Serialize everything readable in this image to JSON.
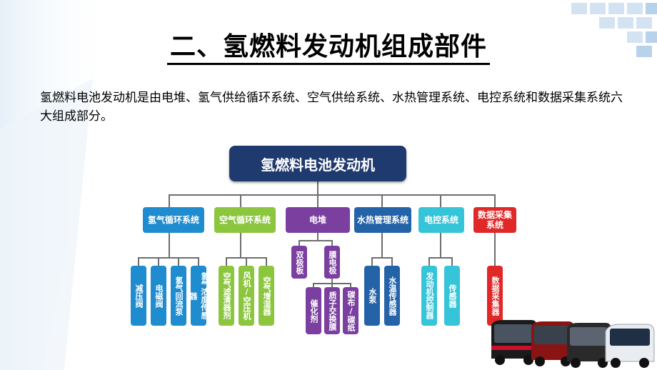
{
  "slide": {
    "title": "二、氢燃料发动机组成部件",
    "intro": "氢燃料电池发动机是由电堆、氢气供给循环系统、空气供给系统、水热管理系统、电控系统和数据采集系统六大组成部分。"
  },
  "diagram": {
    "root": "氢燃料电池发动机",
    "categories": [
      {
        "label": "氢气循环系统",
        "color": "#1f8ccf"
      },
      {
        "label": "空气循环系统",
        "color": "#8cc63f"
      },
      {
        "label": "电堆",
        "color": "#7b3fa0"
      },
      {
        "label": "水热管理系统",
        "color": "#2463a8"
      },
      {
        "label": "电控系统",
        "color": "#35c4d8"
      },
      {
        "label": "数据采集系统",
        "color": "#e02828"
      }
    ],
    "leaves": {
      "hydrogen": [
        "减压阀",
        "电磁阀",
        "氢气回流泵",
        "氢气浓度传感器"
      ],
      "air": [
        "空气滤清器剂",
        "风机/空压机",
        "空气增湿器"
      ],
      "stack_upper": [
        "双极板",
        "膜电极"
      ],
      "stack_lower": [
        "催化剂",
        "质子交换膜",
        "碳布/碳纸"
      ],
      "water": [
        "水泵",
        "水温传感器"
      ],
      "control": [
        "发动机控制器",
        "传感器"
      ],
      "data": [
        "数据采集器"
      ]
    }
  }
}
